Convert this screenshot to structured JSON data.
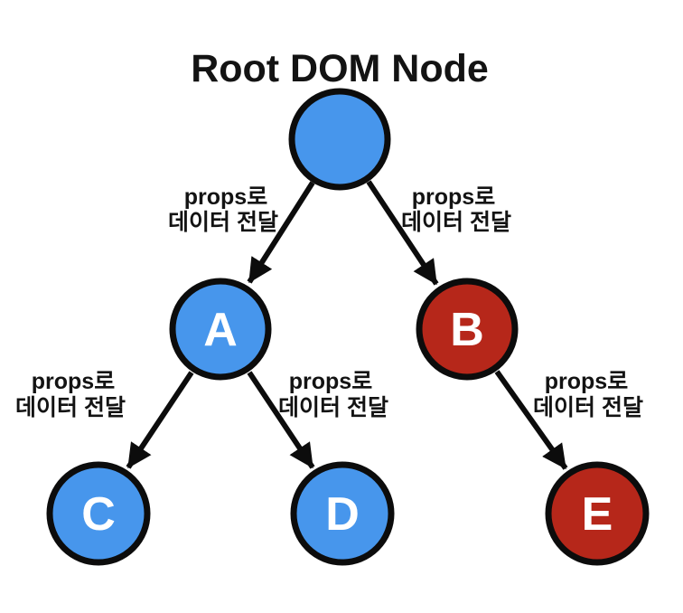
{
  "title": "Root DOM Node",
  "colors": {
    "node_blue": "#4796EC",
    "node_red": "#B6271A",
    "outline": "#0C0C0C",
    "arrow": "#0C0C0C",
    "label_text": "#131313",
    "node_letter": "#FFFFFF",
    "background": "#FFFFFF"
  },
  "nodes": {
    "root": {
      "label": ""
    },
    "a": {
      "label": "A"
    },
    "b": {
      "label": "B"
    },
    "c": {
      "label": "C"
    },
    "d": {
      "label": "D"
    },
    "e": {
      "label": "E"
    }
  },
  "edge_labels": {
    "line1": "props로",
    "line2": "데이터 전달"
  }
}
